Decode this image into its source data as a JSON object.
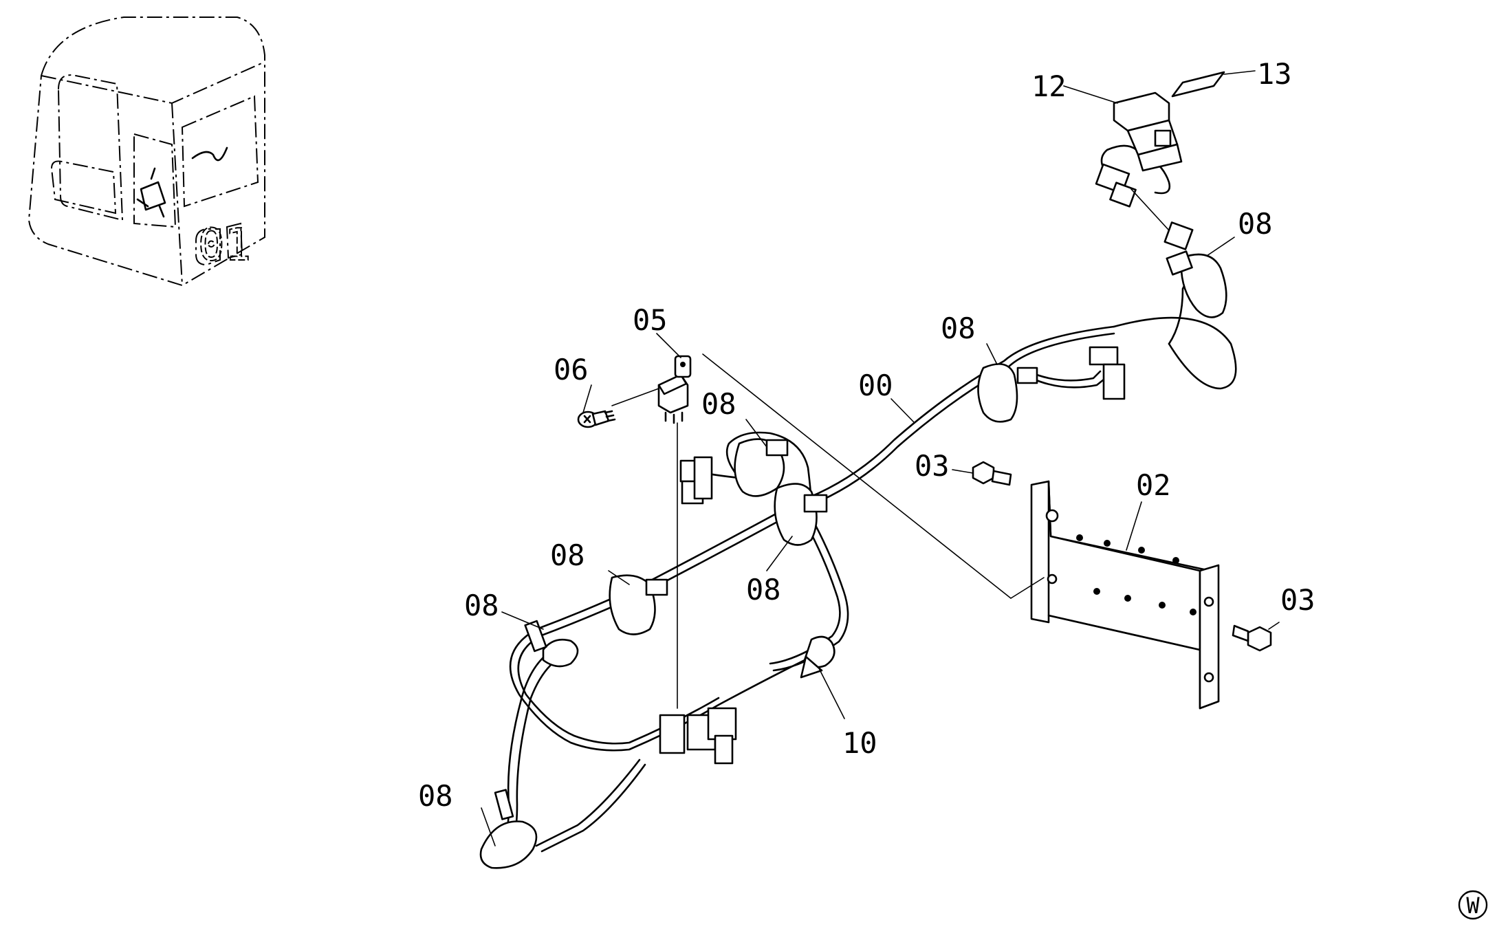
{
  "callouts": {
    "c00": "00",
    "c02": "02",
    "c03a": "03",
    "c03b": "03",
    "c05": "05",
    "c06": "06",
    "c08a": "08",
    "c08b": "08",
    "c08c": "08",
    "c08d": "08",
    "c08e": "08",
    "c08f": "08",
    "c08g": "08",
    "c10": "10",
    "c12": "12",
    "c13": "13"
  },
  "inset": {
    "cab_marking": "01"
  },
  "corner_mark": "W"
}
